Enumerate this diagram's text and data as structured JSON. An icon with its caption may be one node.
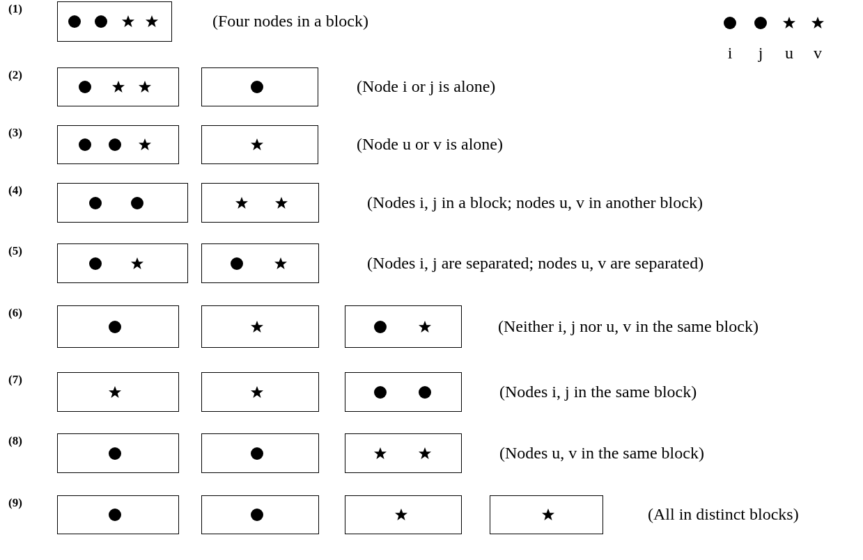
{
  "diagram": {
    "nodes": [
      {
        "text": [],
        "shape": "box"
      },
      {
        "text": [],
        "shape": "box"
      },
      {
        "text": [],
        "shape": "box"
      },
      {
        "text": [],
        "shape": "box"
      },
      {
        "text": [],
        "shape": "box"
      },
      {
        "text": [],
        "shape": "box"
      },
      {
        "text": [],
        "shape": "box"
      },
      {
        "text": [],
        "shape": "box"
      },
      {
        "text": [],
        "shape": "box"
      },
      {
        "text": [],
        "shape": "box"
      },
      {
        "text": [],
        "shape": "box"
      },
      {
        "text": [],
        "shape": "box"
      },
      {
        "text": [],
        "shape": "box"
      },
      {
        "text": [],
        "shape": "box"
      },
      {
        "text": [],
        "shape": "box"
      },
      {
        "text": [],
        "shape": "box"
      },
      {
        "text": [],
        "shape": "box"
      },
      {
        "text": [],
        "shape": "box"
      },
      {
        "text": [],
        "shape": "box"
      },
      {
        "text": [],
        "shape": "box"
      },
      {
        "text": [],
        "shape": "box"
      },
      {
        "text": [],
        "shape": "box"
      }
    ],
    "edges": [],
    "labels": [
      "(1)",
      "(Four nodes in a block)",
      "(2)",
      "(Node i or j is alone)",
      "(3)",
      "(Node u or v is alone)",
      "(4)",
      "(Nodes i, j in a block; nodes u, v in another block)",
      "(5)",
      "(Nodes i, j are separated; nodes u, v are separated)",
      "(6)",
      "(Neither i, j nor u, v in the same block)",
      "(7)",
      "(Nodes i, j in the same block)",
      "(8)",
      "(Nodes u, v in the same block)",
      "(9)",
      "(All in distinct blocks)"
    ],
    "legend": [
      {
        "text": "i"
      },
      {
        "text": "j"
      },
      {
        "text": "u"
      },
      {
        "text": "v"
      }
    ]
  }
}
